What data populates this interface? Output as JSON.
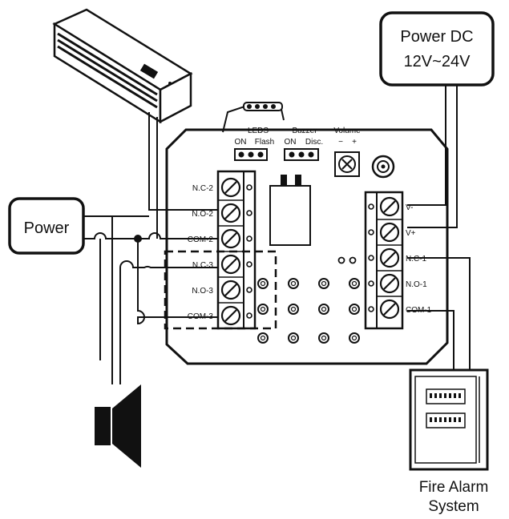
{
  "power_dc_box": {
    "line1": "Power DC",
    "line2": "12V~24V"
  },
  "power_box": {
    "label": "Power"
  },
  "fire_alarm": {
    "line1": "Fire Alarm",
    "line2": "System"
  },
  "jumpers": {
    "leds": {
      "title": "LEDS",
      "on": "ON",
      "flash": "Flash"
    },
    "buzzer": {
      "title": "Buzzer",
      "on": "ON",
      "disc": "Disc."
    },
    "volume": {
      "title": "Volume",
      "minus": "−",
      "plus": "+"
    }
  },
  "left_terminals": [
    "N.C-2",
    "N.O-2",
    "COM-2",
    "N.C-3",
    "N.O-3",
    "COM-3"
  ],
  "right_terminals": [
    "V-",
    "V+",
    "N.C-1",
    "N.O-1",
    "COM-1"
  ],
  "icons": {
    "maglock": "electromagnetic-lock-icon",
    "siren": "speaker-siren-icon",
    "fire_panel": "fire-alarm-panel-icon",
    "potentiometer": "volume-knob-icon",
    "buzzer": "buzzer-icon"
  }
}
